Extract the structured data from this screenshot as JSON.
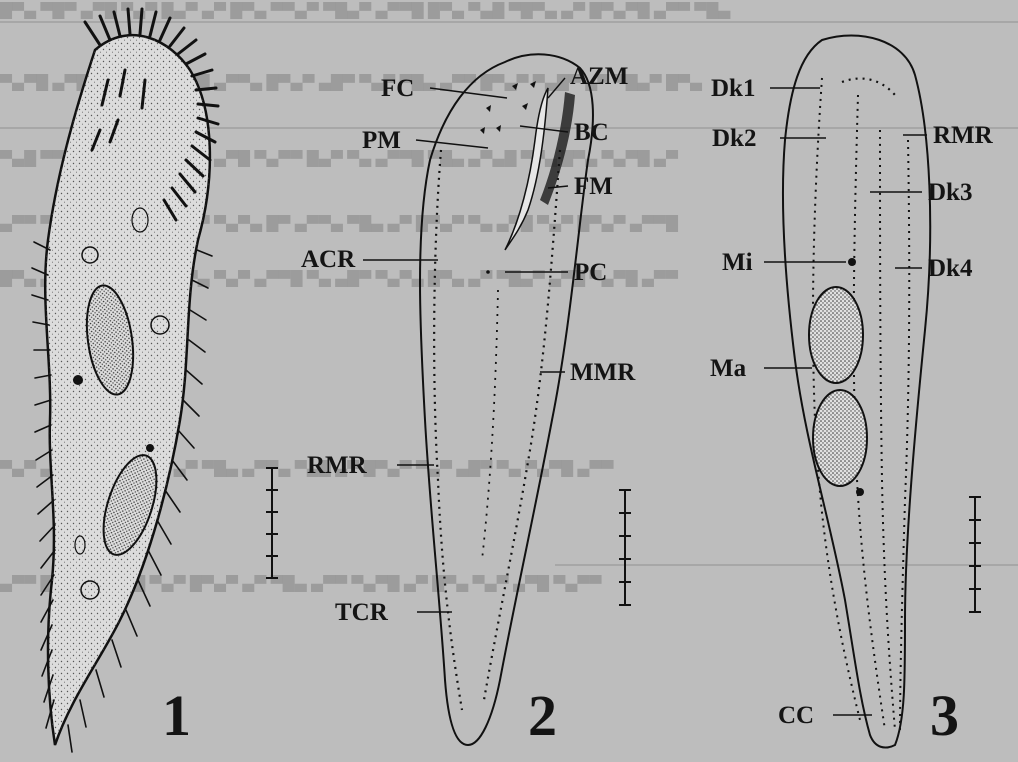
{
  "figure_numbers": [
    "1",
    "2",
    "3"
  ],
  "labels_fig2": {
    "fc": "FC",
    "azm": "AZM",
    "pm": "PM",
    "bc": "BC",
    "fm": "FM",
    "acr": "ACR",
    "pc": "PC",
    "mmr": "MMR",
    "rmr": "RMR",
    "tcr": "TCR"
  },
  "labels_fig3": {
    "dk1": "Dk1",
    "dk2": "Dk2",
    "rmr": "RMR",
    "dk3": "Dk3",
    "mi": "Mi",
    "dk4": "Dk4",
    "ma": "Ma",
    "cc": "CC"
  }
}
